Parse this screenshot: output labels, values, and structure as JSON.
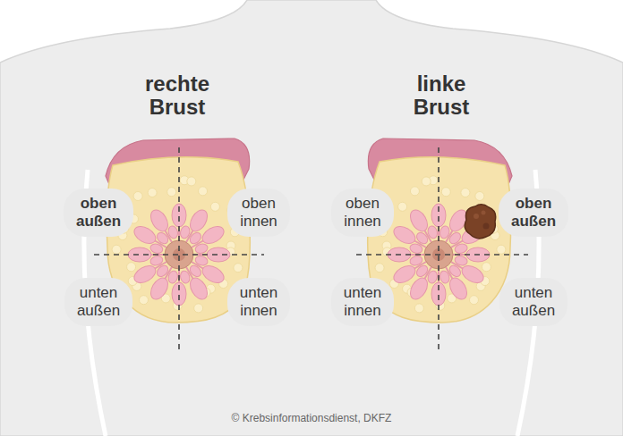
{
  "diagram": {
    "nodes": [
      {
        "text": [
          "oben außen"
        ]
      },
      {
        "text": [
          "oben innen"
        ]
      },
      {
        "text": [
          "oben innen"
        ]
      },
      {
        "text": [
          "oben außen"
        ]
      },
      {
        "text": [
          "unten außen"
        ]
      },
      {
        "text": [
          "unten innen"
        ]
      },
      {
        "text": [
          "unten innen"
        ]
      },
      {
        "text": [
          "unten außen"
        ]
      }
    ],
    "labels": [
      "rechte Brust",
      "linke Brust",
      "© Krebsinformationsdienst, DKFZ"
    ]
  }
}
